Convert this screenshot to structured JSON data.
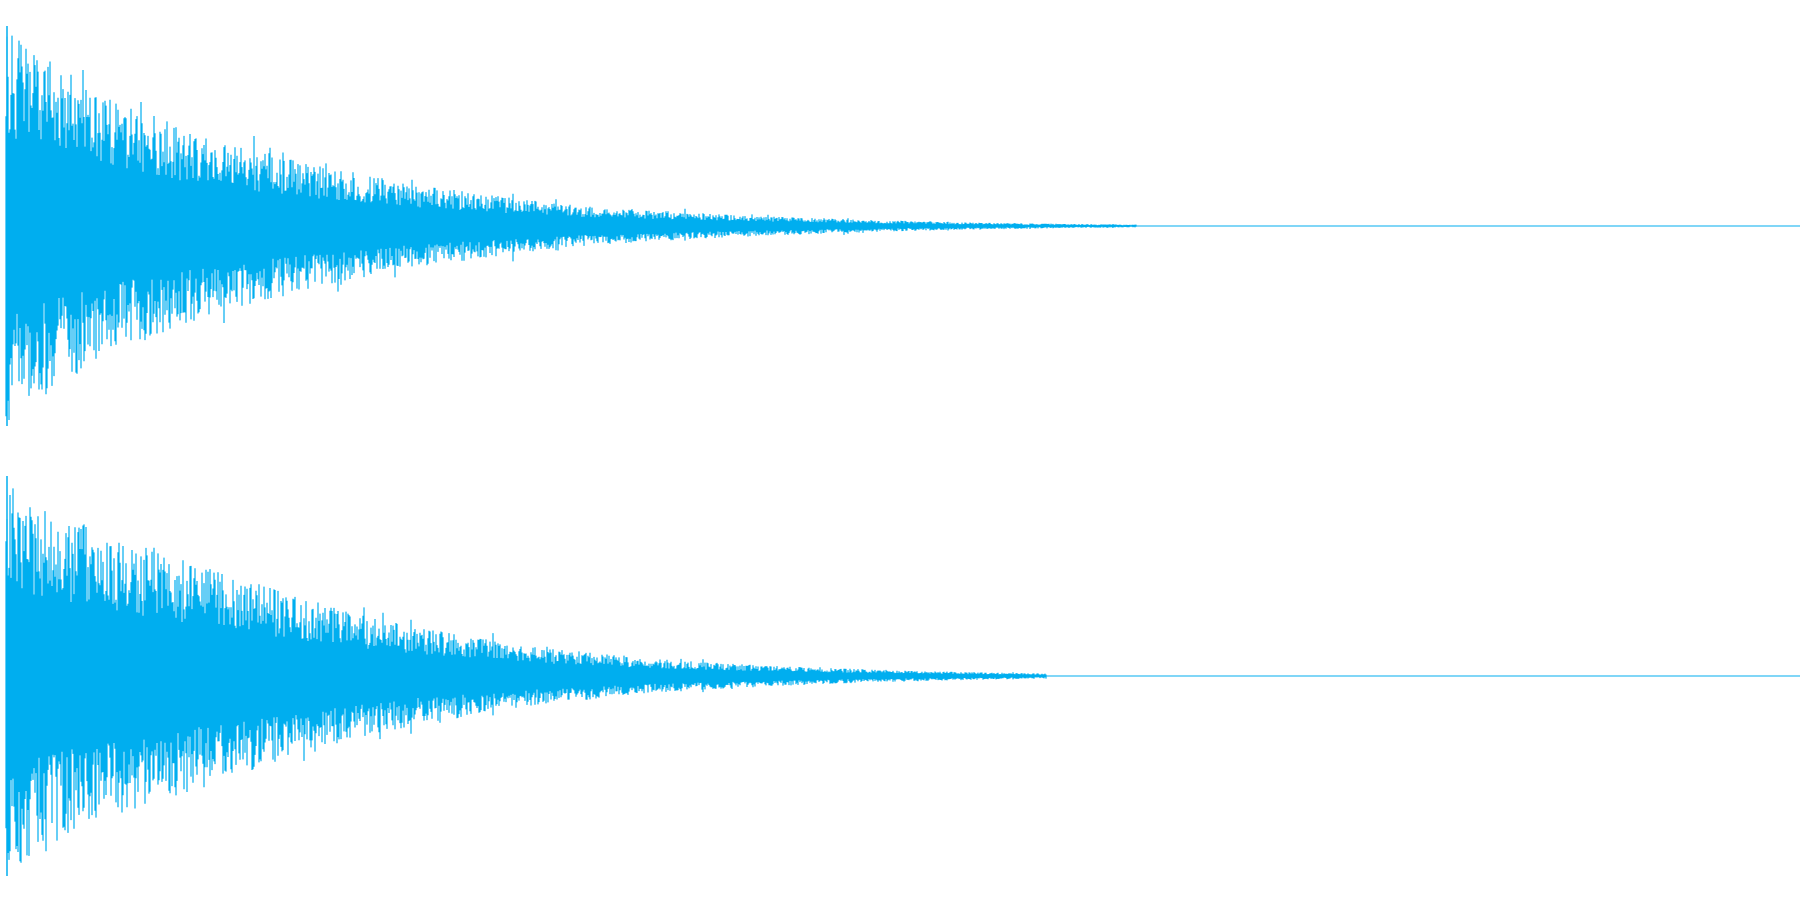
{
  "waveform": {
    "color": "#00AEEF",
    "channels": [
      {
        "name_hint": "channel-1",
        "peak_envelope": [
          1.0,
          0.78,
          0.62,
          0.5,
          0.41,
          0.33,
          0.27,
          0.21,
          0.17,
          0.13,
          0.1,
          0.08,
          0.065,
          0.05,
          0.04,
          0.03,
          0.022,
          0.016,
          0.012,
          0.009,
          0.006,
          0.004,
          0.003,
          0.002,
          0.0015,
          0.001,
          0.0007,
          0.0005,
          0.0003,
          0.0002,
          0.0001,
          0.0
        ],
        "activity_ends_at_fraction": 0.63
      },
      {
        "name_hint": "channel-2",
        "peak_envelope": [
          1.0,
          0.8,
          0.7,
          0.6,
          0.5,
          0.4,
          0.32,
          0.25,
          0.2,
          0.15,
          0.12,
          0.09,
          0.07,
          0.055,
          0.042,
          0.032,
          0.024,
          0.018,
          0.013,
          0.009,
          0.006,
          0.004,
          0.003,
          0.002,
          0.0013,
          0.0008,
          0.0005,
          0.0003,
          0.0002,
          0.0001,
          0.0,
          0.0
        ],
        "activity_ends_at_fraction": 0.58
      }
    ]
  }
}
